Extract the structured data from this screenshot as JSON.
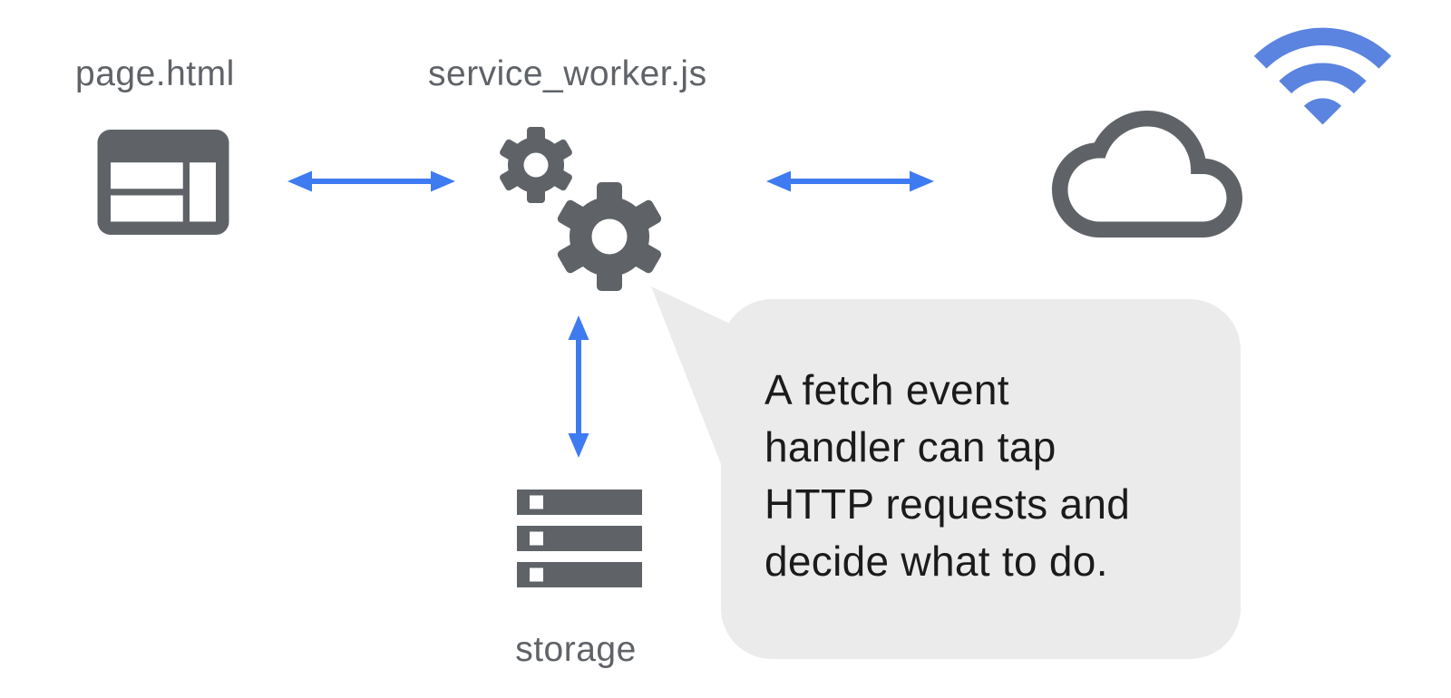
{
  "colors": {
    "background": "#ffffff",
    "icon_gray": "#5f6368",
    "label_gray": "#5f6368",
    "arrow_blue": "#3e7bf1",
    "wifi_blue": "#5b83e0",
    "bubble_bg": "#ebebeb",
    "bubble_text": "#1b1b1b"
  },
  "nodes": {
    "page": {
      "label": "page.html",
      "icon": "web-page-icon"
    },
    "service_worker": {
      "label": "service_worker.js",
      "icon": "gears-icon"
    },
    "network": {
      "label": "",
      "icon": "cloud-icon wifi-icon"
    },
    "storage": {
      "label": "storage",
      "icon": "server-stack-icon"
    }
  },
  "edges": [
    {
      "from": "page",
      "to": "service_worker",
      "type": "bidirectional-arrow"
    },
    {
      "from": "service_worker",
      "to": "network",
      "type": "bidirectional-arrow"
    },
    {
      "from": "service_worker",
      "to": "storage",
      "type": "bidirectional-arrow"
    }
  ],
  "callout": {
    "text": "A fetch event handler can tap HTTP requests and decide what to do.",
    "lines": [
      "A fetch event",
      "handler can tap",
      "HTTP requests and",
      "decide what to do."
    ],
    "points_to": "service_worker"
  }
}
